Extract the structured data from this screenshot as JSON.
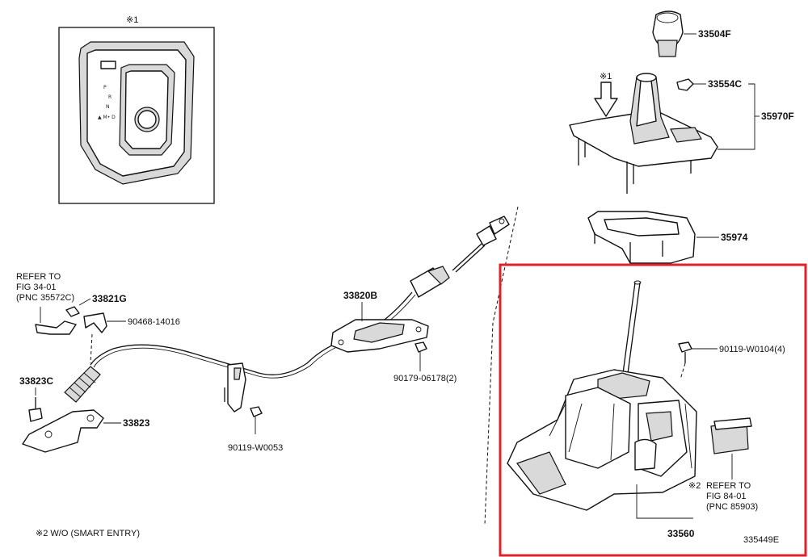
{
  "diagram": {
    "figure_id": "335449E",
    "note_marker_1": "※1",
    "footnote": "※2 W/O (SMART ENTRY)",
    "highlight_color": "#e0202a"
  },
  "inset": {
    "shift_letters": {
      "p": "P",
      "r": "R",
      "n": "N",
      "d": "▲ M• D"
    }
  },
  "parts": {
    "p33504F": "33504F",
    "p33554C": "33554C",
    "p35970F": "35970F",
    "p35974": "35974",
    "p33820B": "33820B",
    "p90179": "90179-06178(2)",
    "p33821G": "33821G",
    "p90468": "90468-14016",
    "p33823C": "33823C",
    "p33823": "33823",
    "p90119_w0053": "90119-W0053",
    "p90119_w0104": "90119-W0104(4)",
    "p33560": "33560"
  },
  "refs": {
    "ref1": {
      "l1": "REFER TO",
      "l2": "FIG 34-01",
      "l3": "(PNC 35572C)"
    },
    "ref2": {
      "mark": "※2",
      "l1": "REFER TO",
      "l2": "FIG 84-01",
      "l3": "(PNC 85903)"
    }
  },
  "arrow_marker": "※1"
}
